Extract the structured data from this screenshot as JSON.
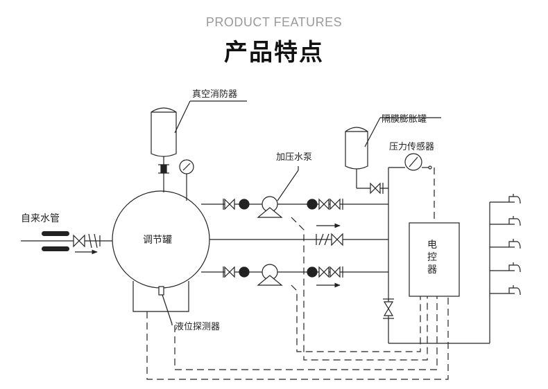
{
  "header": {
    "subtitle": "PRODUCT FEATURES",
    "title": "产品特点"
  },
  "labels": {
    "vacuum_preventer": "真空消防器",
    "diaphragm_tank": "隔膜膨胀罐",
    "pressure_sensor": "压力传感器",
    "booster_pump": "加压水泵",
    "tap_water_pipe": "自来水管",
    "regulating_tank": "调节罐",
    "controller_char1": "电",
    "controller_char2": "控",
    "controller_char3": "器",
    "level_detector": "液位探测器"
  }
}
